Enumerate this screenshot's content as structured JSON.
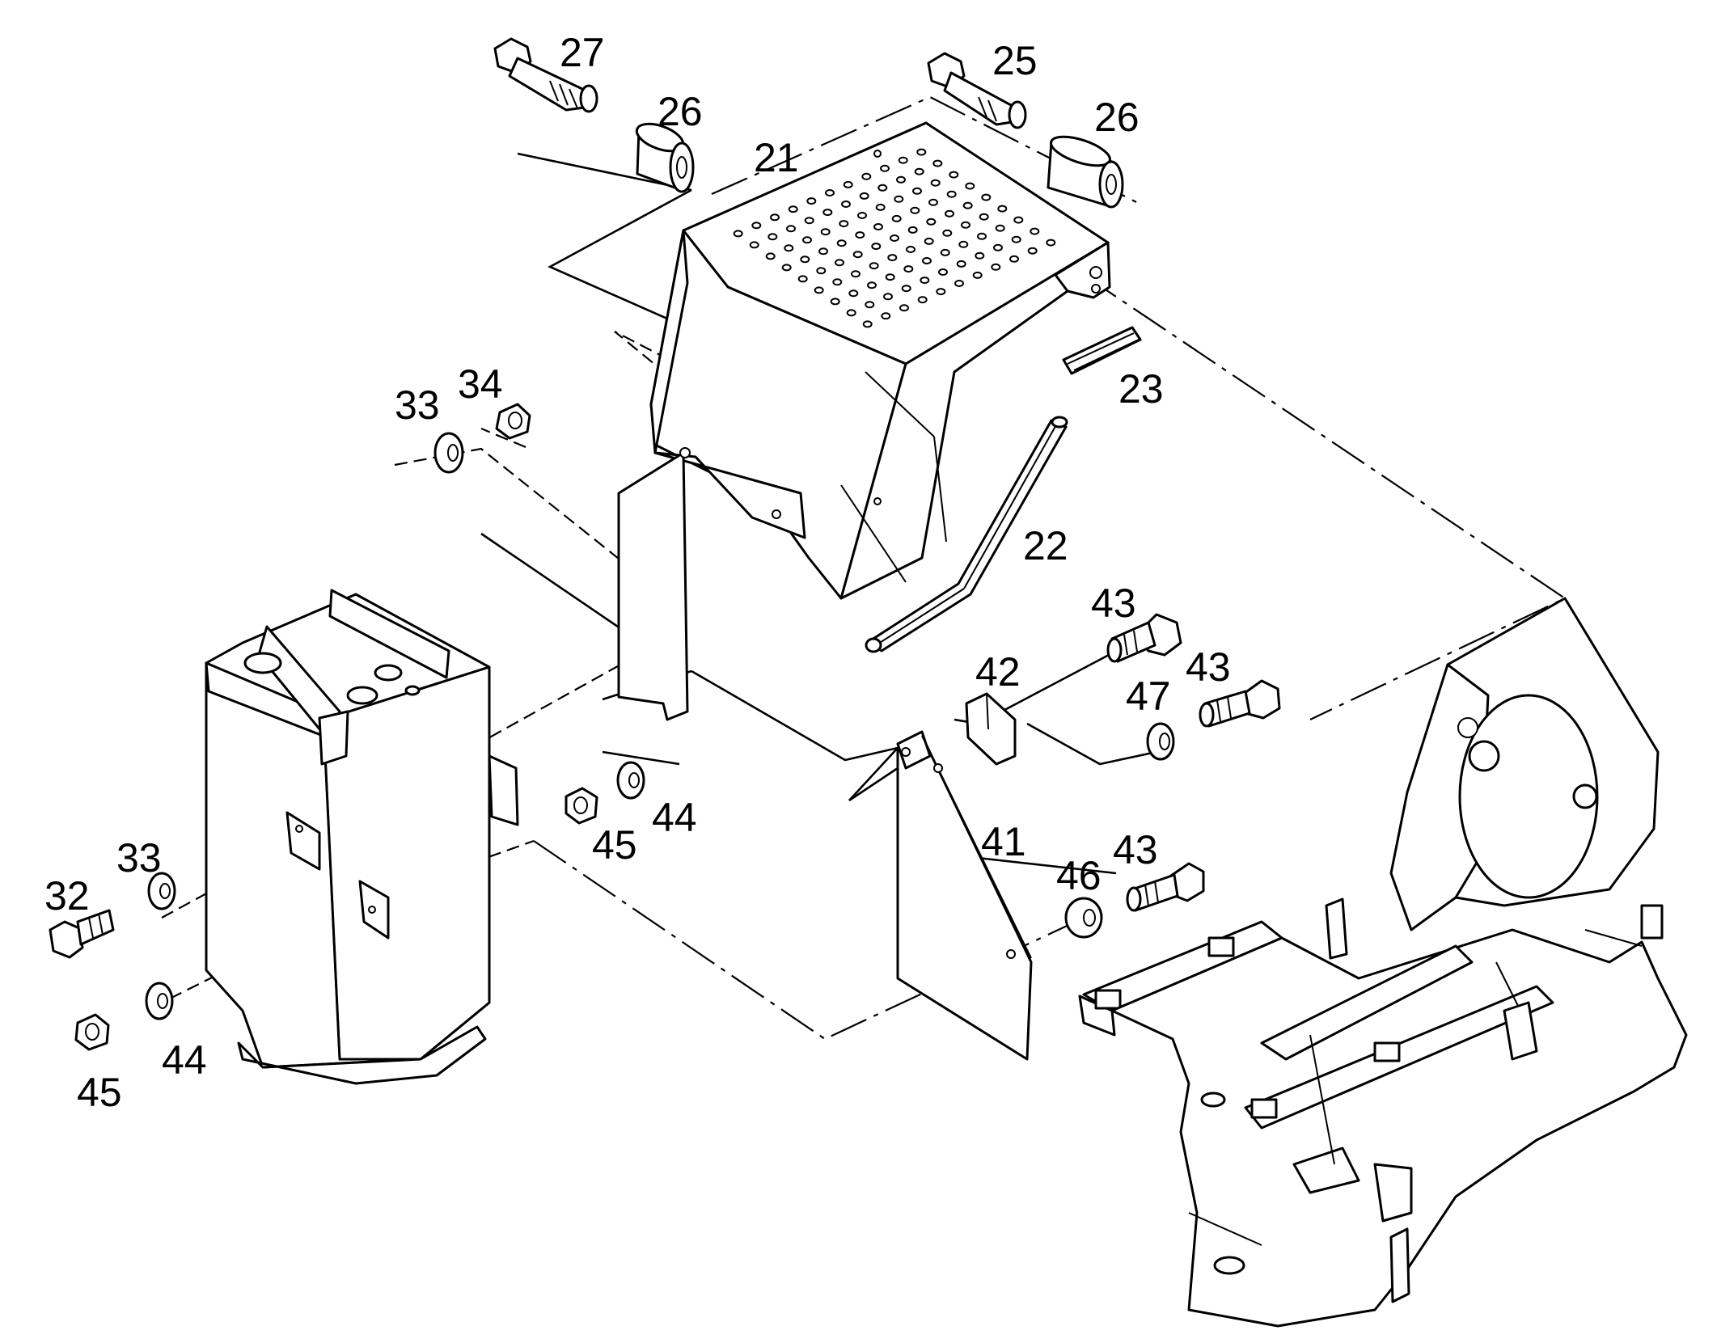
{
  "diagram": {
    "part_labels": {
      "p21": "21",
      "p22": "22",
      "p23": "23",
      "p25": "25",
      "p26a": "26",
      "p26b": "26",
      "p27": "27",
      "p32": "32",
      "p33a": "33",
      "p33b": "33",
      "p34": "34",
      "p41": "41",
      "p42": "42",
      "p43a": "43",
      "p43b": "43",
      "p43c": "43",
      "p44a": "44",
      "p44b": "44",
      "p45a": "45",
      "p45b": "45",
      "p46": "46",
      "p47": "47"
    },
    "colors": {
      "line": "#000000",
      "background": "#ffffff"
    }
  }
}
